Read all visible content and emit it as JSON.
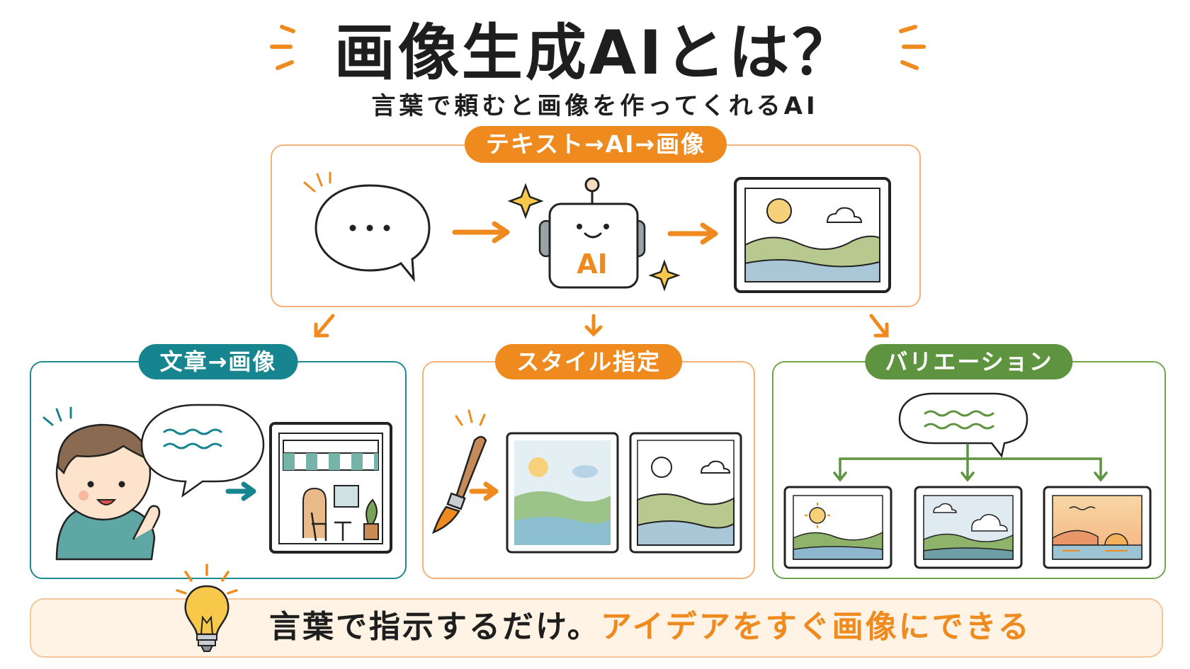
{
  "title": "画像生成AIとは？",
  "subtitle": "言葉で頼むと画像を作ってくれるAI",
  "top_section": {
    "label": "テキスト→AI→画像",
    "robot_label": "AI"
  },
  "panels": [
    {
      "label": "文章→画像",
      "color": "#17858f"
    },
    {
      "label": "スタイル指定",
      "color": "#ef8a1f"
    },
    {
      "label": "バリエーション",
      "color": "#5e9440"
    }
  ],
  "bottom": {
    "text_plain": "言葉で指示するだけ。",
    "text_highlight": "アイデアをすぐ画像にできる"
  },
  "colors": {
    "accent_orange": "#ef8a1f",
    "teal": "#17858f",
    "green": "#5e9440",
    "banner_bg": "#fef3e4"
  },
  "icons": [
    "speech-bubble-icon",
    "robot-icon",
    "landscape-picture-icon",
    "boy-icon",
    "cafe-picture-icon",
    "paintbrush-icon",
    "watercolor-picture-icon",
    "lightbulb-icon",
    "sparkle-icon"
  ]
}
